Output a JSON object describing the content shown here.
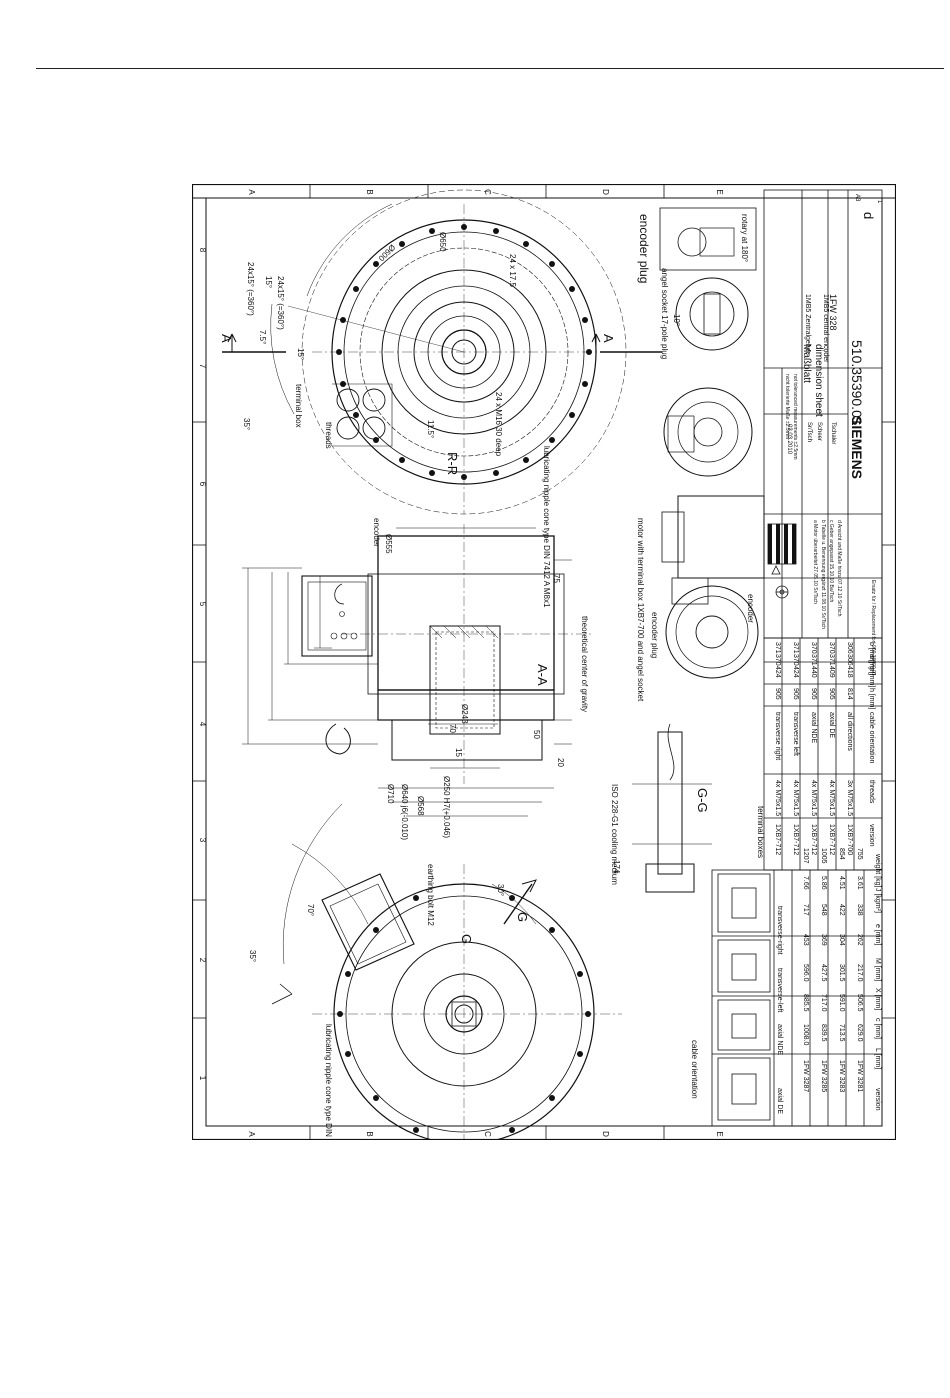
{
  "sheet": {
    "col_letters": [
      "A",
      "B",
      "C",
      "D",
      "E"
    ],
    "row_numbers": [
      "1",
      "2",
      "3",
      "4",
      "5",
      "6",
      "7",
      "8"
    ]
  },
  "title_block": {
    "company": "SIEMENS",
    "title_de": "Maßblatt",
    "title_en": "dimension sheet",
    "subtitle_de": "1MB5 Zentralgeber",
    "subtitle_en": "1MB5 central encoder",
    "model": "1FW 328",
    "drawing_number": "510.35390.01",
    "revision": "d",
    "format": "A3",
    "sheet": "1",
    "date": "03.03.2010",
    "drawn_by": "Sr/Tsch",
    "checked_by": "Scheer",
    "approved_by": "Tschaler",
    "tolerance_de": "nicht tolerierte Maße ±2.5mm",
    "tolerance_en": "not toleranced measurements ±2.5mm",
    "replacement": "Ersatz für / Replacement for: 900.36490.01",
    "revisions": [
      {
        "letter": "a",
        "text": "Motor überarbeitet",
        "date": "27.05.10",
        "name": "Sr/Tsch"
      },
      {
        "letter": "b",
        "text": "Tabelle u. Benennung ergänzt",
        "date": "11.08.10",
        "name": "Sr/Tsch"
      },
      {
        "letter": "c",
        "text": "Geber angepasst",
        "date": "15.10.10",
        "name": "Ba/Tsch"
      },
      {
        "letter": "d",
        "text": "Ansicht und Maße hinzu",
        "date": "07.12.10",
        "name": "Sr/Tsch"
      }
    ]
  },
  "views": {
    "section_label": "A-A",
    "section_rr": "R-R",
    "section_gg": "G-G",
    "cut_a": "A",
    "cut_g": "G",
    "encoder_plug_title": "encoder plug",
    "encoder_label": "encoder",
    "cable_orientation": "cable orientation",
    "terminal_boxes": "terminal boxes",
    "terminal_box_label": "terminal\nbox",
    "threads_label": "threads",
    "motor_note": "motor with terminal box 1XB7-700 and angel socket",
    "angel_socket": "angel socket\n17-pole plug",
    "rotary_note": "rotary at 180°",
    "center_gravity": "theoretical center of gravity",
    "lubricating": "lubricating nipple\ncone type DIN 7412\nA M8x1",
    "earthing": "earthing\nbolt\nM12",
    "cooling": "ISO 228-G1\ncooling medium",
    "dims": {
      "d710": "Ø710",
      "d640": "Ø640 j6(-0.010)",
      "d568": "Ø568",
      "d250": "Ø250 H7(+0.046)",
      "d243": "Ø243",
      "d555": "Ø555",
      "d650": "Ø650",
      "d600": "Ø600",
      "t75": "75",
      "t70": "70",
      "t50": "50",
      "t20": "20",
      "t15": "15",
      "t174": "174",
      "holes1": "24x15° (=360°)",
      "holes2": "24x15° (=360°)",
      "holes3": "24 x M16\n30 deep",
      "holes4": "24 x 17.5",
      "a15": "15°",
      "a75": "7.5°",
      "a35": "35°",
      "a70": "70°",
      "a30": "30°",
      "a10": "10°",
      "a115": "11.5°"
    }
  },
  "table_left": {
    "headers": [
      "version",
      "L\n[mm]",
      "c\n[mm]",
      "X\n[mm]",
      "M\n[mm]",
      "e\n[mm]",
      "J\n[kgm²]",
      "weight\n[kg]"
    ],
    "orientations": [
      "axial DE",
      "axial NDE",
      "transverse-left",
      "transverse-right"
    ],
    "rows": [
      [
        "1FW 3287",
        "1008.0",
        "885.5",
        "596.0",
        "453",
        "717",
        "7.66",
        "1207"
      ],
      [
        "1FW 3285",
        "839.5",
        "717.0",
        "427.5",
        "369",
        "548",
        "5.86",
        "1005"
      ],
      [
        "1FW 3283",
        "713.5",
        "591.0",
        "301.5",
        "304",
        "422",
        "4.51",
        "854"
      ],
      [
        "1FW 3281",
        "629.0",
        "506.5",
        "217.0",
        "262",
        "338",
        "3.61",
        "755"
      ]
    ]
  },
  "table_right": {
    "headers": [
      "version",
      "threads",
      "cable\norientation",
      "h\n[mm]",
      "g\n[mm]",
      "a\n[mm]",
      "b\n[mm]"
    ],
    "rows": [
      [
        "1XB7-712",
        "4x M75x1.5",
        "transverse\nright",
        "905",
        "424",
        "370",
        "371"
      ],
      [
        "1XB7-712",
        "4x M75x1.5",
        "transverse\nleft",
        "905",
        "424",
        "370",
        "371"
      ],
      [
        "1XB7-712",
        "4x M75x1.5",
        "axial NDE",
        "905",
        "440",
        "371",
        "370"
      ],
      [
        "1XB7-712",
        "4x M75x1.5",
        "axial DE",
        "905",
        "409",
        "371",
        "370"
      ],
      [
        "1XB7-700",
        "3x M75x1.5",
        "all\ndirections",
        "814",
        "418",
        "306",
        "306"
      ]
    ]
  }
}
